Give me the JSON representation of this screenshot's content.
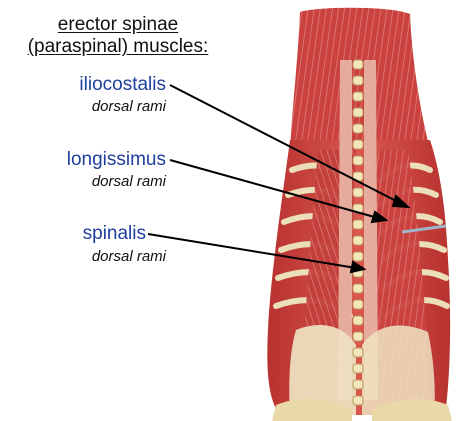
{
  "heading": {
    "line1": "erector spinae",
    "line2": "(paraspinal) muscles:"
  },
  "labels": [
    {
      "muscle": "iliocostalis",
      "nerve": "dorsal rami"
    },
    {
      "muscle": "longissimus",
      "nerve": "dorsal rami"
    },
    {
      "muscle": "spinalis",
      "nerve": "dorsal rami"
    }
  ],
  "colors": {
    "label_blue": "#1f3f9c",
    "muscle_red": "#c9423f",
    "tendon_cream": "#efe3c2",
    "bone": "#e9d9a8"
  }
}
